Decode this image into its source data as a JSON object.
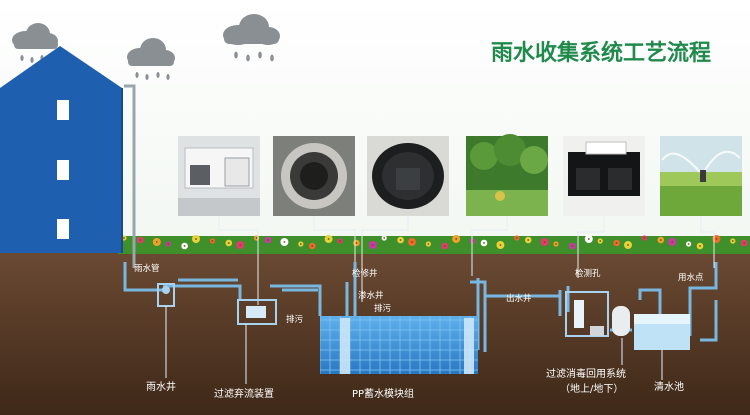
{
  "title": "雨水收集系统工艺流程",
  "colors": {
    "title": "#1f8a4c",
    "house": "#1f5fb0",
    "soil": "#5a3b28",
    "pipe": "#78b7e0",
    "tank": "#3c8fd4",
    "grass": "#3f8f2a",
    "label_white": "#ffffff",
    "label_dark": "#1a1a1a"
  },
  "labels": {
    "rain_pipe": "雨水管",
    "inspection_well": "检修井",
    "seepage_well": "渗水井",
    "discharge_1": "排污",
    "discharge_2": "排污",
    "outlet_well": "出水井",
    "monitor_hole": "检测孔",
    "water_point": "用水点",
    "rain_well": "雨水井",
    "filter_device": "过滤弃流装置",
    "pp_module": "PP蓄水模块组",
    "filter_system_1": "过滤消毒回用系统",
    "filter_system_2": "（地上/地下）",
    "clear_pool": "清水池"
  },
  "photos": [
    {
      "icon": "filter-box-photo-icon"
    },
    {
      "icon": "manhole-photo-icon"
    },
    {
      "icon": "seepage-well-photo-icon"
    },
    {
      "icon": "garden-photo-icon"
    },
    {
      "icon": "tank-module-photo-icon"
    },
    {
      "icon": "sprinkler-photo-icon"
    }
  ]
}
